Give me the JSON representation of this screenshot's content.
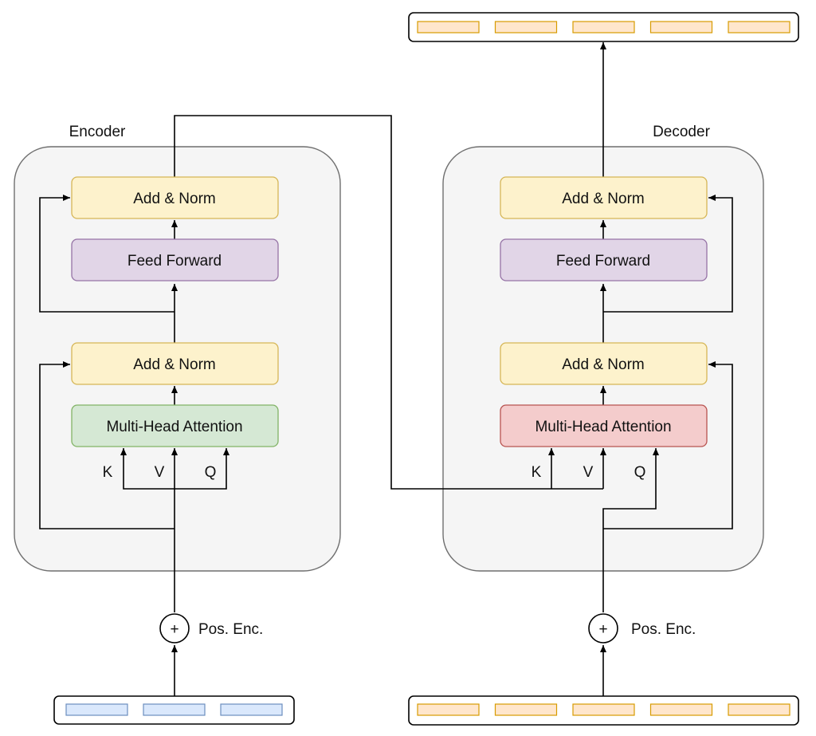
{
  "colors": {
    "panel_fill": "#f5f5f5",
    "add_norm_fill": "#fdf2cc",
    "add_norm_stroke": "#d6b656",
    "feed_forward_fill": "#e1d5e7",
    "feed_forward_stroke": "#9673a6",
    "encoder_attention_fill": "#d5e8d4",
    "encoder_attention_stroke": "#82b366",
    "decoder_attention_fill": "#f4cccc",
    "decoder_attention_stroke": "#b85450",
    "input_token_fill": "#dae8fc",
    "input_token_stroke": "#6c8ebf",
    "output_token_fill": "#ffe6cc",
    "output_token_stroke": "#d79b00"
  },
  "encoder": {
    "title": "Encoder",
    "add_norm_top": "Add & Norm",
    "feed_forward": "Feed Forward",
    "add_norm_bottom": "Add & Norm",
    "attention": "Multi-Head Attention",
    "k_label": "K",
    "v_label": "V",
    "q_label": "Q",
    "pos_enc_symbol": "+",
    "pos_enc_label": "Pos. Enc."
  },
  "decoder": {
    "title": "Decoder",
    "add_norm_top": "Add & Norm",
    "feed_forward": "Feed Forward",
    "add_norm_bottom": "Add & Norm",
    "attention": "Multi-Head Attention",
    "k_label": "K",
    "v_label": "V",
    "q_label": "Q",
    "pos_enc_symbol": "+",
    "pos_enc_label": "Pos. Enc."
  },
  "input_tokens": {
    "count": 3
  },
  "decoder_input_tokens": {
    "count": 5
  },
  "output_tokens": {
    "count": 5
  }
}
